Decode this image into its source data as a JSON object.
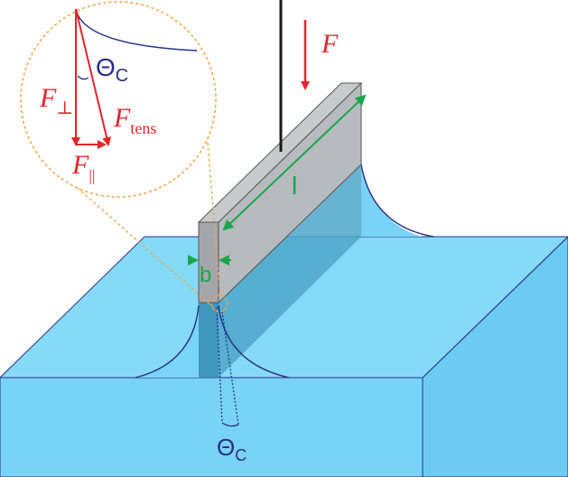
{
  "labels": {
    "force": "F",
    "length": "l",
    "width": "b",
    "contact_angle_symbol": "Θ",
    "contact_angle_subscript": "C",
    "f_perp_base": "F",
    "f_perp_sub": "⊥",
    "f_tens_base": "F",
    "f_tens_sub": "tens",
    "f_par_base": "F",
    "f_par_sub": "||"
  },
  "colors": {
    "liquid_light": "#82d8f8",
    "liquid_front": "#79d3f6",
    "liquid_edge": "#2b2f86",
    "plate_top": "#b8bcc0",
    "plate_front": "#a7abb0",
    "plate_side": "#8e9296",
    "plate_submerged": "#4ea6c9",
    "force_red": "#e3252b",
    "dimension_green": "#1aa64a",
    "angle_blue": "#2b2f86",
    "zoom_circle": "#f2a54a"
  }
}
